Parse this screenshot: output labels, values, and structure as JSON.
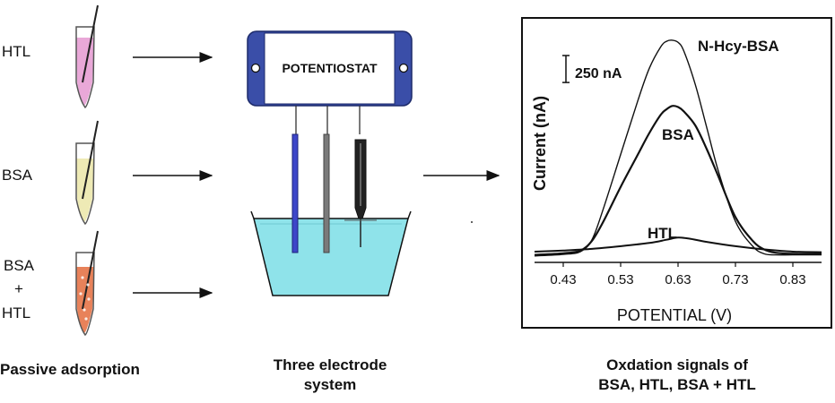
{
  "samples": [
    {
      "label": "HTL",
      "fill": "#e9a8d8"
    },
    {
      "label": "BSA",
      "fill": "#eeeab5"
    },
    {
      "label_lines": [
        "BSA",
        "+",
        "HTL"
      ],
      "fill": "#e8825a"
    }
  ],
  "potentiostat": {
    "label": "POTENTIOSTAT",
    "frame_color": "#3a4ea8"
  },
  "beaker": {
    "liquid_color": "#8fe3ea"
  },
  "electrodes": [
    {
      "icon": "working-electrode",
      "color": "#3d46c9"
    },
    {
      "icon": "reference-electrode",
      "color": "#7a7a7a"
    },
    {
      "icon": "counter-electrode-pen",
      "color": "#222222"
    }
  ],
  "captions": {
    "left": "Passive adsorption",
    "middle_lines": [
      "Three electrode",
      "system"
    ],
    "right_lines": [
      "Oxdation signals of",
      "BSA, HTL, BSA + HTL"
    ]
  },
  "chart_data": {
    "type": "line",
    "xlabel": "POTENTIAL (V)",
    "ylabel": "Current (nA)",
    "x_ticks": [
      0.43,
      0.53,
      0.63,
      0.73,
      0.83
    ],
    "xlim": [
      0.38,
      0.88
    ],
    "ylim": [
      0,
      2200
    ],
    "scale_bar": {
      "label": "250 nA",
      "value": 250
    },
    "series": [
      {
        "name": "N-Hcy-BSA",
        "x": [
          0.38,
          0.43,
          0.46,
          0.48,
          0.5,
          0.53,
          0.56,
          0.58,
          0.6,
          0.61,
          0.62,
          0.63,
          0.64,
          0.66,
          0.68,
          0.7,
          0.73,
          0.76,
          0.78,
          0.8,
          0.83,
          0.88
        ],
        "y": [
          60,
          75,
          100,
          210,
          500,
          1000,
          1500,
          1800,
          2000,
          2050,
          2060,
          2040,
          1960,
          1650,
          1250,
          850,
          380,
          150,
          80,
          70,
          70,
          70
        ]
      },
      {
        "name": "BSA",
        "x": [
          0.38,
          0.43,
          0.46,
          0.48,
          0.5,
          0.53,
          0.56,
          0.58,
          0.6,
          0.61,
          0.62,
          0.63,
          0.64,
          0.66,
          0.68,
          0.7,
          0.73,
          0.76,
          0.78,
          0.8,
          0.83,
          0.88
        ],
        "y": [
          70,
          85,
          110,
          200,
          380,
          700,
          1000,
          1200,
          1370,
          1420,
          1450,
          1440,
          1400,
          1270,
          1050,
          800,
          420,
          200,
          120,
          90,
          80,
          80
        ]
      },
      {
        "name": "HTL",
        "x": [
          0.38,
          0.43,
          0.48,
          0.53,
          0.58,
          0.61,
          0.63,
          0.65,
          0.68,
          0.73,
          0.78,
          0.83,
          0.88
        ],
        "y": [
          100,
          110,
          125,
          150,
          180,
          210,
          230,
          220,
          190,
          150,
          120,
          100,
          95
        ]
      }
    ]
  }
}
